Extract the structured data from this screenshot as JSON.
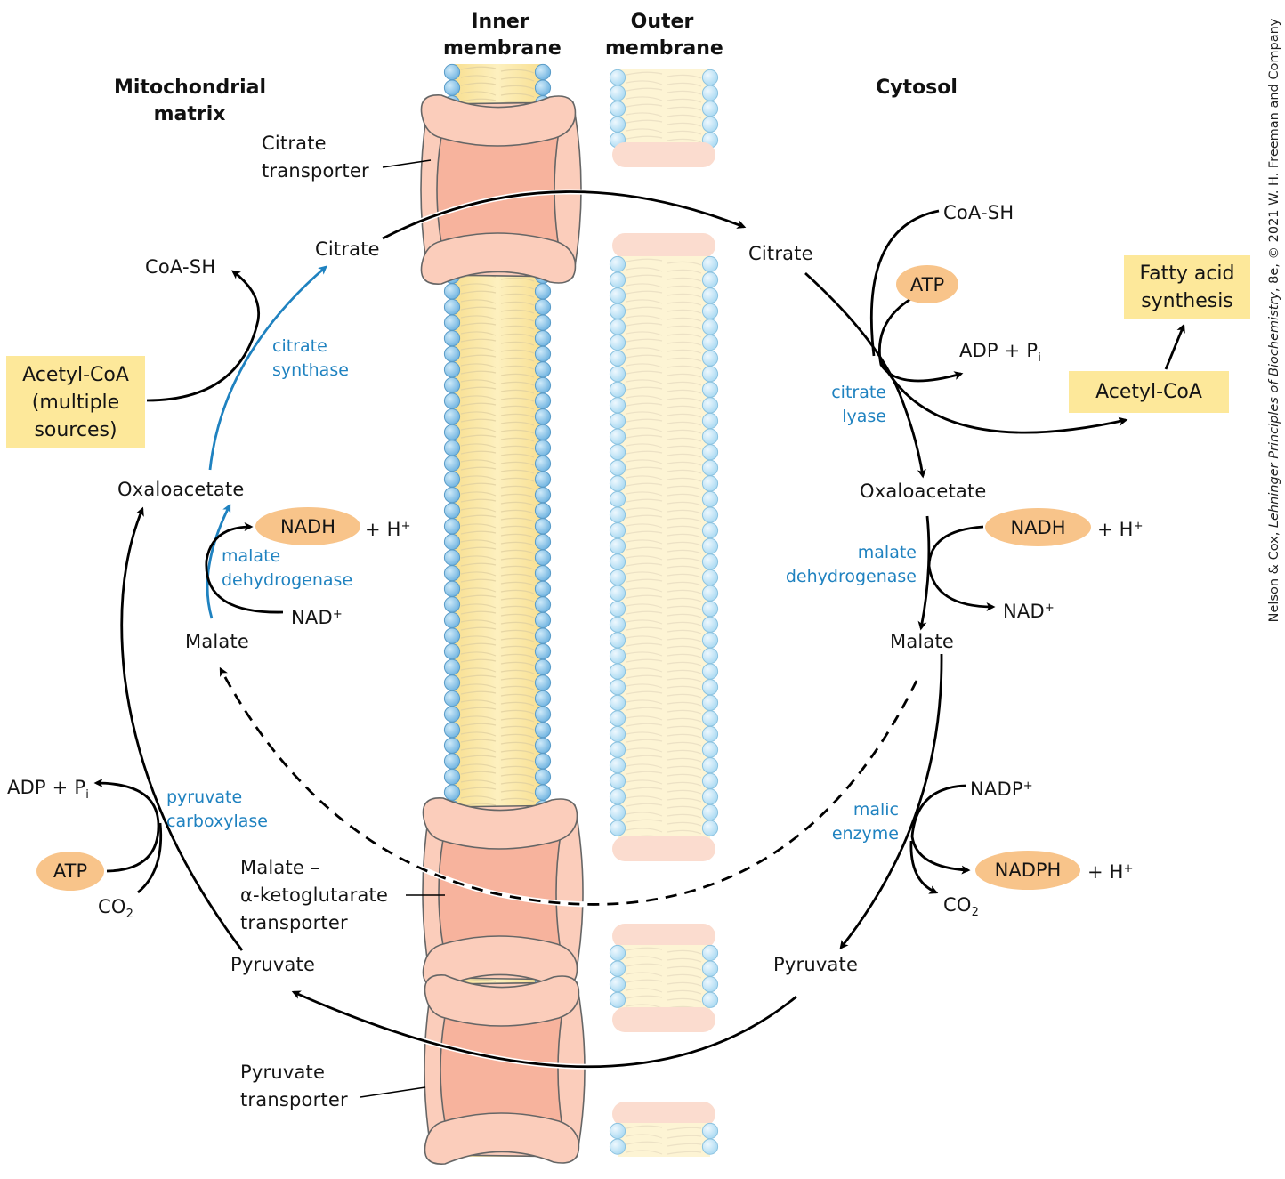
{
  "compartments": {
    "matrix": "Mitochondrial matrix",
    "inner_membrane": [
      "Inner",
      "membrane"
    ],
    "outer_membrane": [
      "Outer",
      "membrane"
    ],
    "cytosol": "Cytosol"
  },
  "transporters": {
    "citrate": [
      "Citrate",
      "transporter"
    ],
    "malate_akg": [
      "Malate –",
      "α-ketoglutarate",
      "transporter"
    ],
    "pyruvate": [
      "Pyruvate",
      "transporter"
    ]
  },
  "matrix_side": {
    "citrate": "Citrate",
    "coa_sh": "CoA-SH",
    "acetyl_coa": [
      "Acetyl-CoA",
      "(multiple",
      "sources)"
    ],
    "oxaloacetate": "Oxaloacetate",
    "malate": "Malate",
    "pyruvate": "Pyruvate",
    "nadh": "NADH",
    "h_plus": "+ H",
    "nad": "NAD",
    "adp_pi": "ADP + P",
    "atp": "ATP",
    "co2": "CO",
    "enzymes": {
      "citrate_synthase": [
        "citrate",
        "synthase"
      ],
      "malate_dehydrogenase": [
        "malate",
        "dehydrogenase"
      ],
      "pyruvate_carboxylase": [
        "pyruvate",
        "carboxylase"
      ]
    }
  },
  "cytosol_side": {
    "citrate": "Citrate",
    "coa_sh": "CoA-SH",
    "atp": "ATP",
    "adp_pi": "ADP + P",
    "acetyl_coa": "Acetyl-CoA",
    "fatty_acid_synthesis": [
      "Fatty acid",
      "synthesis"
    ],
    "oxaloacetate": "Oxaloacetate",
    "nadh": "NADH",
    "h_plus": "+ H",
    "nad": "NAD",
    "malate": "Malate",
    "nadp": "NADP",
    "nadph": "NADPH",
    "h_plus_2": "+ H",
    "co2": "CO",
    "pyruvate": "Pyruvate",
    "enzymes": {
      "citrate_lyase": [
        "citrate",
        "lyase"
      ],
      "malate_dehydrogenase": [
        "malate",
        "dehydrogenase"
      ],
      "malic_enzyme": [
        "malic",
        "enzyme"
      ]
    }
  },
  "scripts": {
    "plus": "+",
    "i": "i",
    "two": "2"
  },
  "credit": {
    "authors": "Nelson & Cox, ",
    "title": "Lehninger Principles of Biochemistry",
    "rest": ", 8e, © 2021 W. H. Freeman and Company"
  },
  "colors": {
    "enzyme_text": "#1f82c0",
    "box_fill": "#fde89a",
    "oval_fill": "#f8c48a",
    "transporter_light": "#fbcdbb",
    "transporter_dark": "#f7b39d",
    "inner_head": "#8ec8ec",
    "outer_head": "#c8e8f8",
    "inner_tail": "#fbe6a6",
    "outer_tail": "#fdf4d4",
    "outer_cap": "#fbdccf"
  }
}
